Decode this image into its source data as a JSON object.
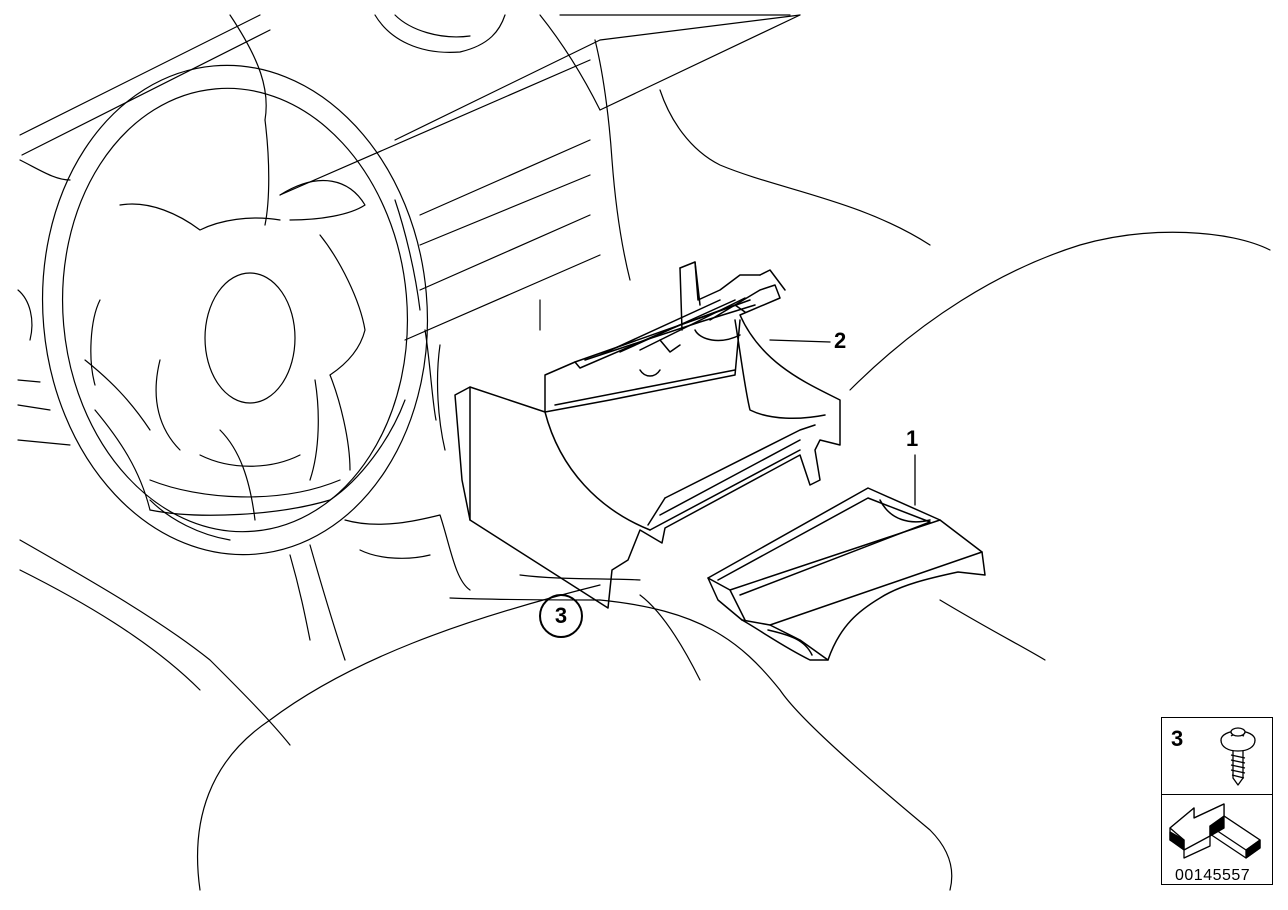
{
  "diagram": {
    "callouts": {
      "part1": "1",
      "part2": "2",
      "part3": "3"
    },
    "legend": {
      "item_number": "3",
      "item_icon": "screw-icon",
      "nav_icon": "arrow-icon"
    },
    "document_number": "00145557"
  },
  "colors": {
    "line": "#000000",
    "background": "#ffffff"
  }
}
